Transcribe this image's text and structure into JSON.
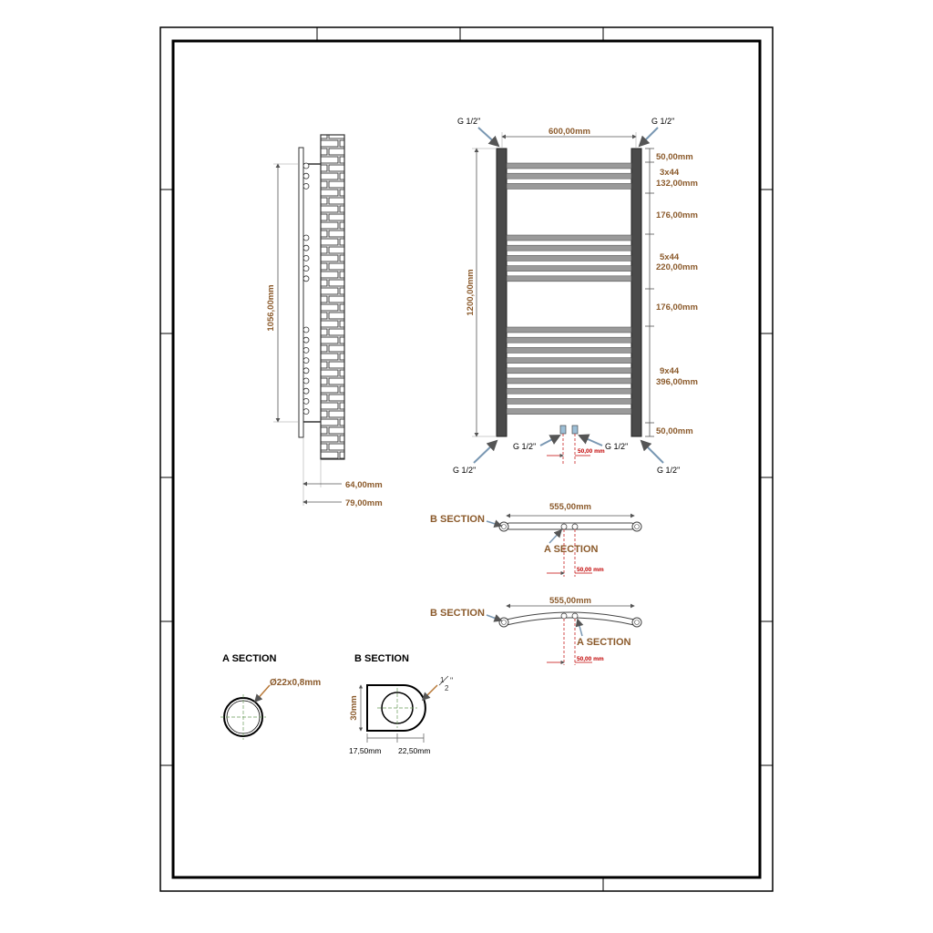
{
  "side_view": {
    "height_label": "1056,00mm",
    "depth_inner_label": "64,00mm",
    "depth_outer_label": "79,00mm"
  },
  "front_view": {
    "width_label": "600,00mm",
    "height_label": "1200,00mm",
    "top_margin_label": "50,00mm",
    "group1_count_label": "3x44",
    "group1_size_label": "132,00mm",
    "gap1_label": "176,00mm",
    "group2_count_label": "5x44",
    "group2_size_label": "220,00mm",
    "gap2_label": "176,00mm",
    "group3_count_label": "9x44",
    "group3_size_label": "396,00mm",
    "bottom_margin_label": "50,00mm",
    "inlet_spacing_label": "50,00 mm",
    "connection_tl": "G 1/2''",
    "connection_tr": "G 1/2''",
    "connection_bl": "G 1/2''",
    "connection_br": "G 1/2''",
    "connection_bottom_left": "G 1/2''",
    "connection_bottom_right": "G 1/2''"
  },
  "plan_straight": {
    "width_label": "555,00mm",
    "b_section_label": "B SECTION",
    "a_section_label": "A SECTION",
    "spacing_label": "50,00 mm"
  },
  "plan_curved": {
    "width_label": "555,00mm",
    "b_section_label": "B SECTION",
    "a_section_label": "A SECTION",
    "spacing_label": "50,00 mm"
  },
  "a_section": {
    "title": "A SECTION",
    "diameter_label": "Ø22x0,8mm"
  },
  "b_section": {
    "title": "B SECTION",
    "height_label": "30mm",
    "width_left_label": "17,50mm",
    "width_right_label": "22,50mm",
    "thread_num": "1",
    "thread_den": "2",
    "thread_mark": "\""
  },
  "colors": {
    "dimension_text": "#8B5A2B",
    "small_dimension_text": "#C00000",
    "frame": "#000000",
    "tube_fill": "#9a9a9a",
    "collector_fill": "#4a4a4a"
  }
}
